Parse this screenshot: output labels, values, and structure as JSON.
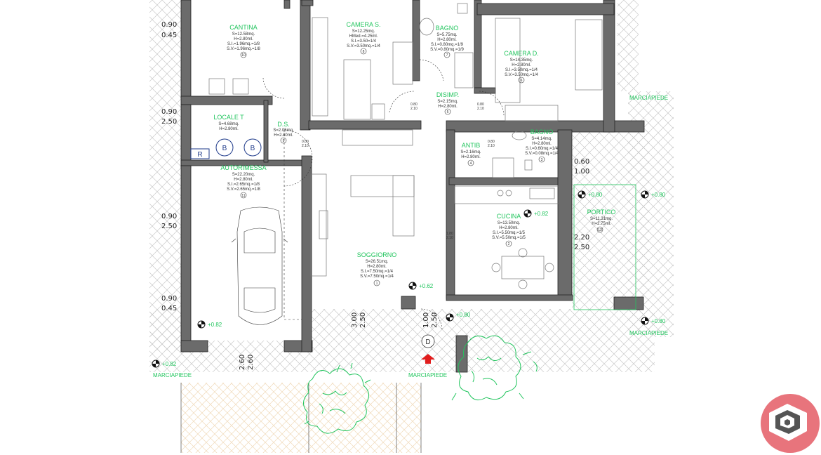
{
  "rooms": {
    "cantina": {
      "name": "CANTINA",
      "s": "S=12.58mq.",
      "h": "H=2.80ml.",
      "si": "S.I.=1.96mq.=1/8",
      "sv": "S.V.=1.96mq.=1/8",
      "num": "10"
    },
    "camera_s": {
      "name": "CAMERA S.",
      "s": "S=12.25mq.",
      "h": "HMed.=4.25ml.",
      "si": "S.I.=3.50=1/4",
      "sv": "S.V.=3.50mq.=1/4",
      "num": "8"
    },
    "bagno1": {
      "name": "BAGNO",
      "s": "S=5.75mq.",
      "h": "H=2.80ml.",
      "si": "S.I.=0.80mq.=1/9",
      "sv": "S.V.=0.80mq.=1/9",
      "num": "7"
    },
    "camera_d": {
      "name": "CAMERA D.",
      "s": "S=14.35mq.",
      "h": "H=2.80ml.",
      "si": "S.I.=3.50mq.=1/4",
      "sv": "S.V.=3.50mq.=1/4",
      "num": "6"
    },
    "disimp": {
      "name": "DISIMP.",
      "s": "S=2.15mq.",
      "h": "H=2.80ml.",
      "num": "5"
    },
    "locale_t": {
      "name": "LOCALE T",
      "s": "S=4.68mq.",
      "h": "H=2.80ml."
    },
    "ds": {
      "name": "D.S.",
      "s": "S=2.05mq.",
      "h": "H=2.80ml.",
      "num": "9"
    },
    "bagno2": {
      "name": "BAGNO",
      "s": "S=4.14mq.",
      "h": "H=2.80ml.",
      "si": "S.I.=0.60mq.=1/4",
      "sv": "S.V.=0.08mq.=1/4",
      "num": "3"
    },
    "antib": {
      "name": "ANTIB",
      "s": "S=2.16mq.",
      "h": "H=2.80ml.",
      "num": "4"
    },
    "autorimessa": {
      "name": "AUTORIMESSA",
      "s": "S=22.20mq.",
      "h": "H=2.80ml.",
      "si": "S.I.=2.65mq.=1/8",
      "sv": "S.V.=2.65mq.=1/8",
      "num": "11"
    },
    "cucina": {
      "name": "CUCINA",
      "s": "S=13.50mq.",
      "h": "H=2.80ml.",
      "si": "S.I.=5.50mq.=1/5",
      "sv": "S.V.=5.50mq.=1/5",
      "num": "2"
    },
    "portico": {
      "name": "PORTICO",
      "s": "S=11.31mq.",
      "h": "H=2.75ml.",
      "num": "13"
    },
    "soggiorno": {
      "name": "SOGGIORNO",
      "s": "S=26.51mq.",
      "h": "H=2.80ml.",
      "si": "S.I.=7.50mq.=1/4",
      "sv": "S.V.=7.50mq.=1/4",
      "num": "1"
    }
  },
  "labels": {
    "marciapiede": "MARCIAPIEDE",
    "level": "+0.82",
    "level2": "+0.80",
    "level3": "+0.62",
    "b": "B",
    "r": "R",
    "entrance": "D"
  },
  "dims": {
    "l1a": "0.90",
    "l1b": "0.45",
    "l2a": "0.90",
    "l2b": "2.50",
    "l3a": "0.90",
    "l3b": "2.50",
    "l4a": "0.90",
    "l4b": "0.45",
    "r1a": "0.60",
    "r1b": "1.00",
    "r2a": "2.20",
    "r2b": "2.50",
    "b1": "2.60",
    "b2": "2.60",
    "c1": "3.00",
    "c2": "2.50",
    "c3": "1.00",
    "c4": "2.50",
    "door1a": "0.80",
    "door1b": "2.10",
    "door2a": "0.80",
    "door2b": "2.10",
    "door3a": "0.80",
    "door3b": "2.10",
    "door4a": "0.80",
    "door4b": "2.10",
    "door5a": "1.80",
    "door5b": "2.10"
  },
  "colors": {
    "wall": "#6b6b6b",
    "text_green": "#22c55e",
    "logo": "#e8747c"
  }
}
